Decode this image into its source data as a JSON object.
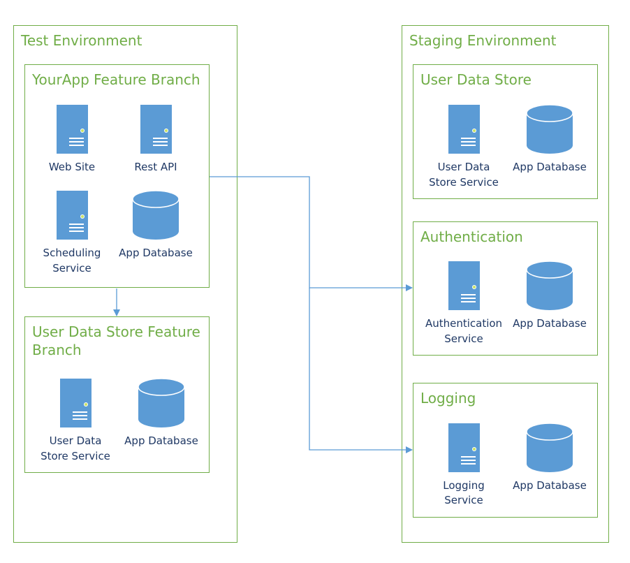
{
  "test_env": {
    "title": "Test Environment",
    "yourapp_branch": {
      "title": "YourApp Feature Branch",
      "web_site": "Web Site",
      "rest_api": "Rest API",
      "scheduling_l1": "Scheduling",
      "scheduling_l2": "Service",
      "app_db": "App Database"
    },
    "uds_branch": {
      "title_l1": "User Data Store Feature",
      "title_l2": "Branch",
      "service_l1": "User Data",
      "service_l2": "Store Service",
      "app_db": "App Database"
    }
  },
  "staging_env": {
    "title": "Staging Environment",
    "user_data_store": {
      "title": "User Data Store",
      "service_l1": "User Data",
      "service_l2": "Store Service",
      "app_db": "App Database"
    },
    "authentication": {
      "title": "Authentication",
      "service_l1": "Authentication",
      "service_l2": "Service",
      "app_db": "App Database"
    },
    "logging": {
      "title": "Logging",
      "service_l1": "Logging",
      "service_l2": "Service",
      "app_db": "App Database"
    }
  },
  "colors": {
    "border_green": "#70ad47",
    "icon_blue": "#5b9bd5",
    "connector_blue": "#5b9bd5",
    "label_navy": "#1f3864"
  },
  "icons": {
    "server": "server-icon",
    "database": "database-icon"
  }
}
